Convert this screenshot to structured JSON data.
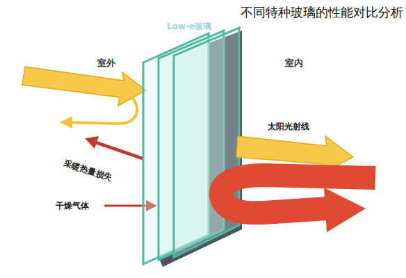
{
  "diagram": {
    "title": "不同特种玻璃的性能对比分析",
    "labels": [
      "Low-e玻璃",
      "室外",
      "室内",
      "太阳光射线",
      "采暖热量损失",
      "干燥气体"
    ]
  }
}
